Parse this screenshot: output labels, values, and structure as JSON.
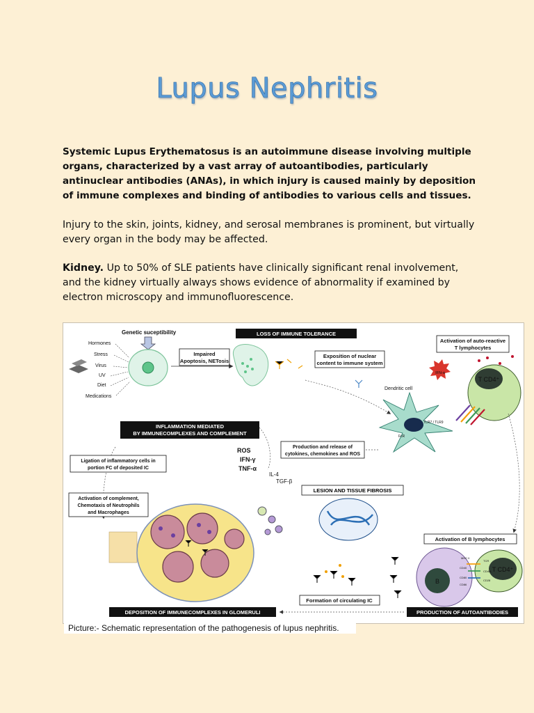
{
  "document": {
    "title": "Lupus Nephritis",
    "para1": "Systemic Lupus Erythematosus is an autoimmune disease involving multiple organs, characterized by a vast array of autoantibodies, particularly antinuclear antibodies (ANAs), in which injury is caused mainly by deposition of immune complexes and binding of antibodies to various cells and tissues.",
    "para2": "Injury to the skin, joints, kidney, and serosal membranes is prominent, but virtually every organ in the body may be affected.",
    "para3_lead": "Kidney.",
    "para3_body": " Up to 50% of SLE patients have clinically significant renal involvement, and the kidney virtually always shows evidence of abnormality if examined by electron microscopy and immunofluorescence.",
    "caption": "Picture:- Schematic representation of the pathogenesis of lupus nephritis."
  },
  "figure": {
    "genetic": "Genetic suceptibility",
    "triggers": [
      "Hormones",
      "Stress",
      "Virus",
      "UV",
      "Diet",
      "Medications"
    ],
    "impaired_1": "Impaired",
    "impaired_2": "Apoptosis, NETosis",
    "loss_tolerance": "LOSS OF IMMUNE TOLERANCE",
    "exposition_1": "Exposition of nuclear",
    "exposition_2": "content to immune system",
    "activation_t_1": "Activation of auto-reactive",
    "activation_t_2": "T lymphocytes",
    "dendritic": "Dendritic cell",
    "ifn_alpha_cell": "IFN-α",
    "tcd4": "T CD4⁺",
    "tlr": "TLR7 / TLR9",
    "fcr": "FcR",
    "inflammation_1": "INFLAMMATION MEDIATED",
    "inflammation_2": "BY IMMUNECOMPLEXES AND COMPLEMENT",
    "production_release_1": "Production and release of",
    "production_release_2": "cytokines, chemokines and ROS",
    "ligation_1": "Ligation of inflammatory cells in",
    "ligation_2": "portion FC of deposited IC",
    "cytokines": [
      "ROS",
      "IFN-γ",
      "TNF-α",
      "IL-4",
      "TGF-β"
    ],
    "lesion": "LESION AND TISSUE FIBROSIS",
    "complement_1": "Activation of complement,",
    "complement_2": "Chemotaxis of Neutrophils",
    "complement_3": "and Macrophages",
    "activation_b": "Activation of B lymphocytes",
    "b_cell": "B",
    "tcd4_b": "T CD4⁺",
    "formation_ic": "Formation of circulating IC",
    "deposition": "DEPOSITION OF IMMUNECOMPLEXES IN GLOMERULI",
    "production_auto": "PRODUCTION OF AUTOANTIBODIES",
    "markers": [
      "MHC II",
      "TCR",
      "CD40",
      "CD40L",
      "CD80",
      "CD28",
      "CD86"
    ]
  },
  "colors": {
    "background": "#fdf0d5",
    "title": "#5b9bd5",
    "dark_box": "#111111",
    "cell_green": "#d6efe2",
    "nucleus_green": "#5ec48a",
    "tcell_green": "#c9e6a7",
    "bcell_purple": "#d9c8ea",
    "glomerulus_pink": "#c98b9b"
  }
}
